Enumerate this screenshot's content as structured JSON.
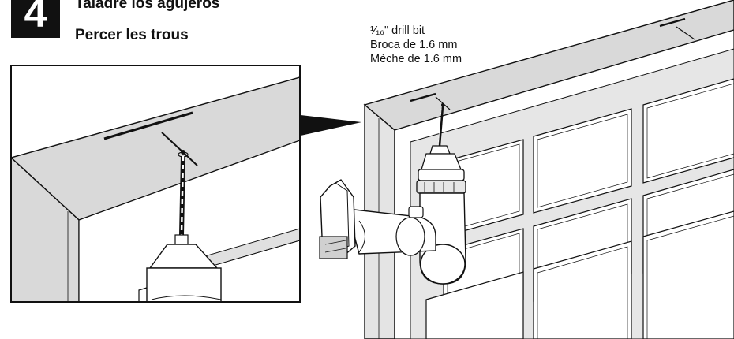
{
  "step": {
    "number": "4",
    "title_es": "Taladre los agujeros",
    "title_fr": "Percer les trous"
  },
  "drill_spec": {
    "line_en": "¹⁄₁₆\" drill bit",
    "line_es": "Broca de 1.6 mm",
    "line_fr": "Mèche de 1.6 mm"
  }
}
